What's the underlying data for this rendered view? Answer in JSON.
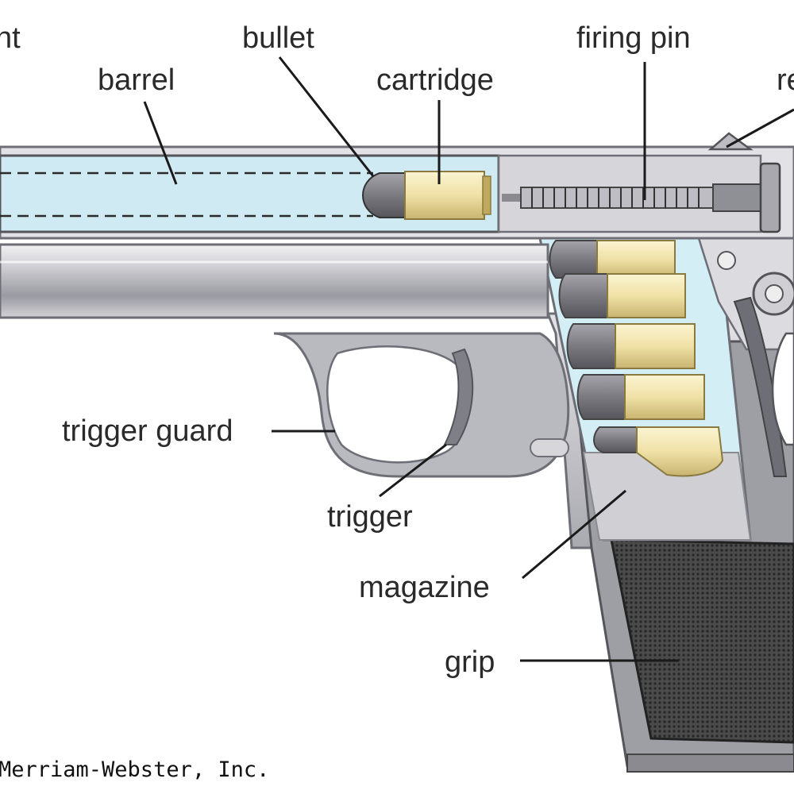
{
  "diagram": {
    "labels": {
      "sight": "ht",
      "barrel": "barrel",
      "bullet": "bullet",
      "cartridge": "cartridge",
      "firing_pin": "firing pin",
      "recoil_spring": "re",
      "trigger_guard": "trigger guard",
      "trigger": "trigger",
      "magazine": "magazine",
      "grip": "grip"
    },
    "credit": "Merriam-Webster, Inc.",
    "colors": {
      "metal_light": "#d8d8dc",
      "metal_mid": "#b4b4ba",
      "metal_dark": "#6e6e76",
      "bore": "#cfeaf3",
      "brass": "#efe1a6",
      "bullet_lead": "#7a7a80",
      "grip_texture": "#3c3c3c",
      "label_text": "#2a2a2a"
    }
  }
}
